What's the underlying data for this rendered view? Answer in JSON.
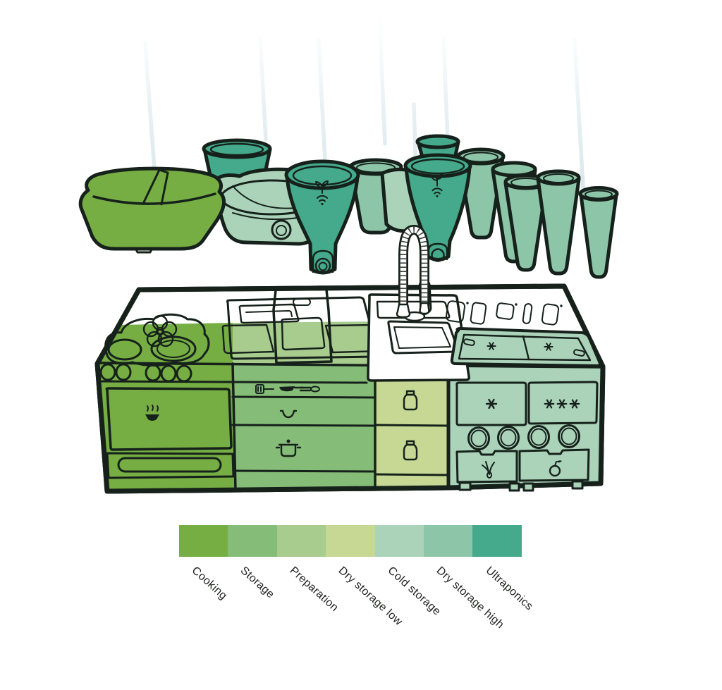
{
  "legend": {
    "items": [
      {
        "label": "Cooking",
        "color": "#76ae43"
      },
      {
        "label": "Storage",
        "color": "#85bc77"
      },
      {
        "label": "Preparation",
        "color": "#a8cb8e"
      },
      {
        "label": "Dry storage low",
        "color": "#c6d893"
      },
      {
        "label": "Cold storage",
        "color": "#abd3ba"
      },
      {
        "label": "Dry storage high",
        "color": "#8dc5a8"
      },
      {
        "label": "Ultraponics",
        "color": "#44aa8b"
      }
    ]
  },
  "scene": {
    "background": "#ffffff",
    "outline_color": "#16211b",
    "light_beam_color": "#cfe0e6",
    "board_highlight": "#bcd9a6",
    "hanging_units": [
      "storage-basket",
      "storage-double-bowl",
      "ultraponics-cup",
      "ultraponics-funnel-1",
      "storage-cup",
      "ultraponics-funnel-2",
      "storage-cone-cluster"
    ],
    "island_zones": [
      "cooking",
      "storage",
      "preparation",
      "dry-storage-low",
      "cold-storage"
    ],
    "icons": [
      "steam-vent-icon",
      "masher-icon",
      "knife-icon",
      "tongs-icon",
      "bowl-icon",
      "pot-icon",
      "bottle-icon",
      "snowflake-icon",
      "herb-icon",
      "radish-icon",
      "sprout-wifi-icon",
      "handle-slot-icon"
    ]
  }
}
